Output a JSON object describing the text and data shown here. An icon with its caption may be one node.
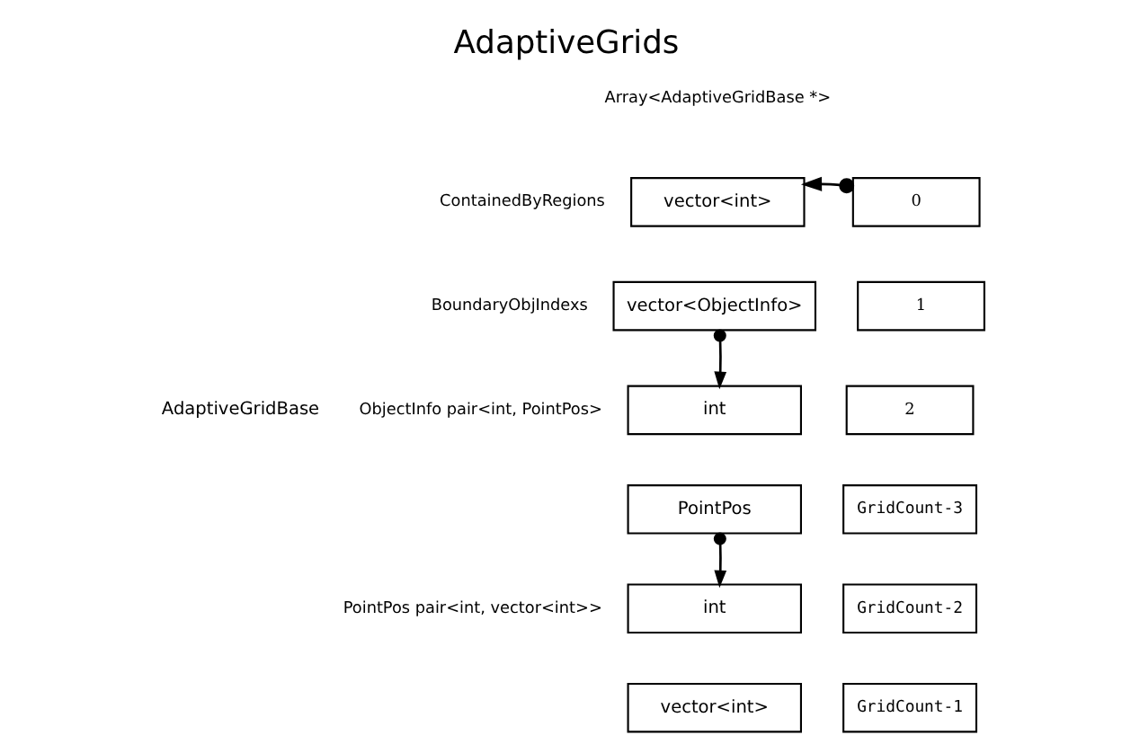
{
  "diagram": {
    "title": "AdaptiveGrids",
    "nodes": [
      {
        "text": [
          "vector<int>"
        ],
        "beside": [
          "ContainedByRegions"
        ]
      },
      {
        "text": [
          "vector<ObjectInfo>"
        ],
        "beside": [
          "BoundaryObjIndexs"
        ]
      },
      {
        "text": [
          "int"
        ]
      },
      {
        "text": [
          "PointPos"
        ]
      },
      {
        "text": [
          "int"
        ]
      },
      {
        "text": [
          "vector<int>"
        ]
      },
      {
        "text": [
          "0"
        ]
      },
      {
        "text": [
          "1"
        ]
      },
      {
        "text": [
          "2"
        ]
      },
      {
        "text": [
          "GridCount-3"
        ]
      },
      {
        "text": [
          "GridCount-2"
        ]
      },
      {
        "text": [
          "GridCount-1"
        ]
      }
    ],
    "edges": [
      {
        "from": 6,
        "to": 0,
        "arrow": "to"
      },
      {
        "from": 1,
        "to": 2,
        "arrow": "to"
      },
      {
        "from": 3,
        "to": 4,
        "arrow": "to"
      }
    ],
    "labels": [
      "Array<AdaptiveGridBase *>",
      "ObjectInfo pair<int, PointPos>",
      "PointPos pair<int, vector<int>>",
      "AdaptiveGridBase"
    ]
  }
}
